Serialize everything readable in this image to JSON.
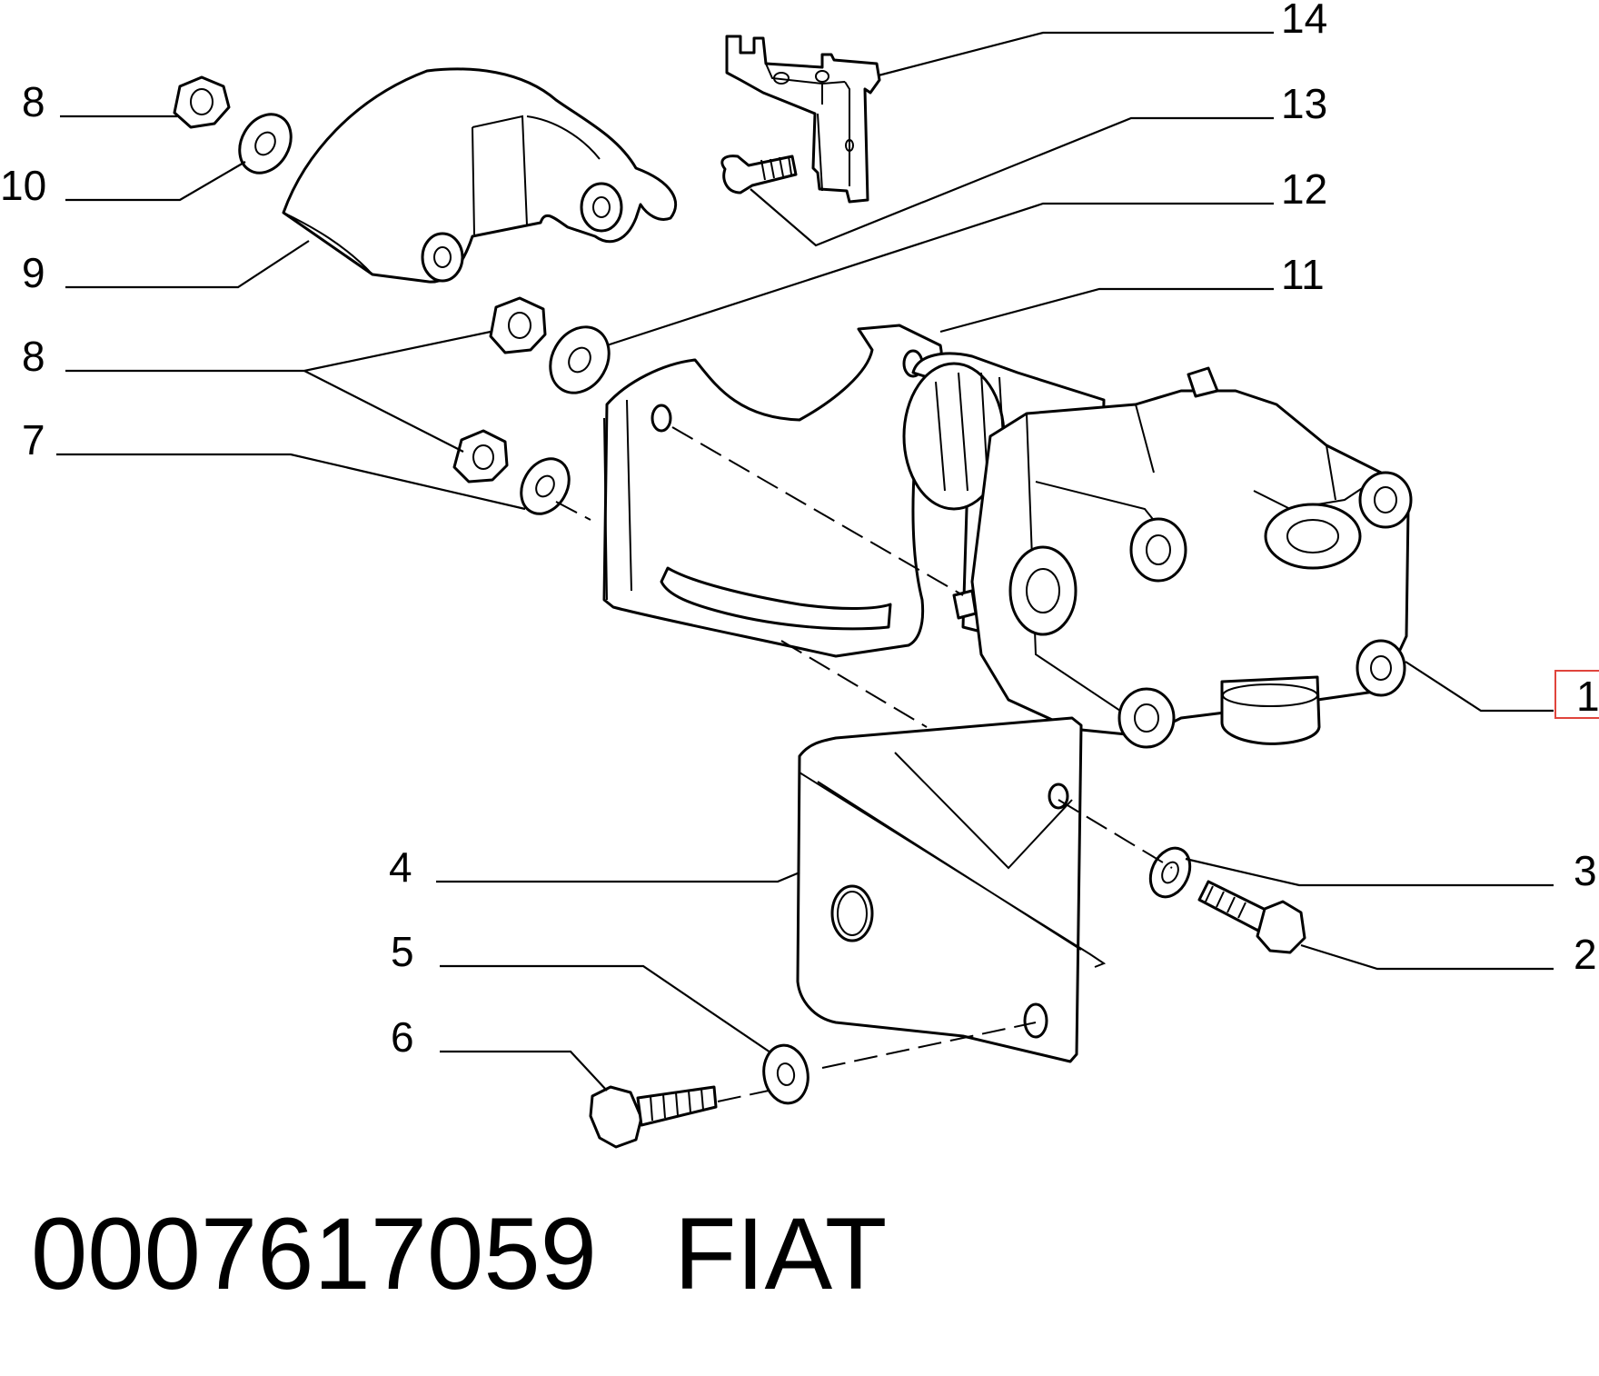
{
  "callouts": [
    {
      "number": "14"
    },
    {
      "number": "13"
    },
    {
      "number": "12"
    },
    {
      "number": "11"
    },
    {
      "number": "8"
    },
    {
      "number": "10"
    },
    {
      "number": "9"
    },
    {
      "number": "8"
    },
    {
      "number": "7"
    },
    {
      "number": "1",
      "highlighted": true
    },
    {
      "number": "4"
    },
    {
      "number": "3"
    },
    {
      "number": "2"
    },
    {
      "number": "5"
    },
    {
      "number": "6"
    }
  ],
  "footer": {
    "part_number": "0007617059",
    "brand": "FIAT"
  },
  "colors": {
    "line": "#000000",
    "highlight_box": "#e0443c",
    "background": "#ffffff"
  }
}
